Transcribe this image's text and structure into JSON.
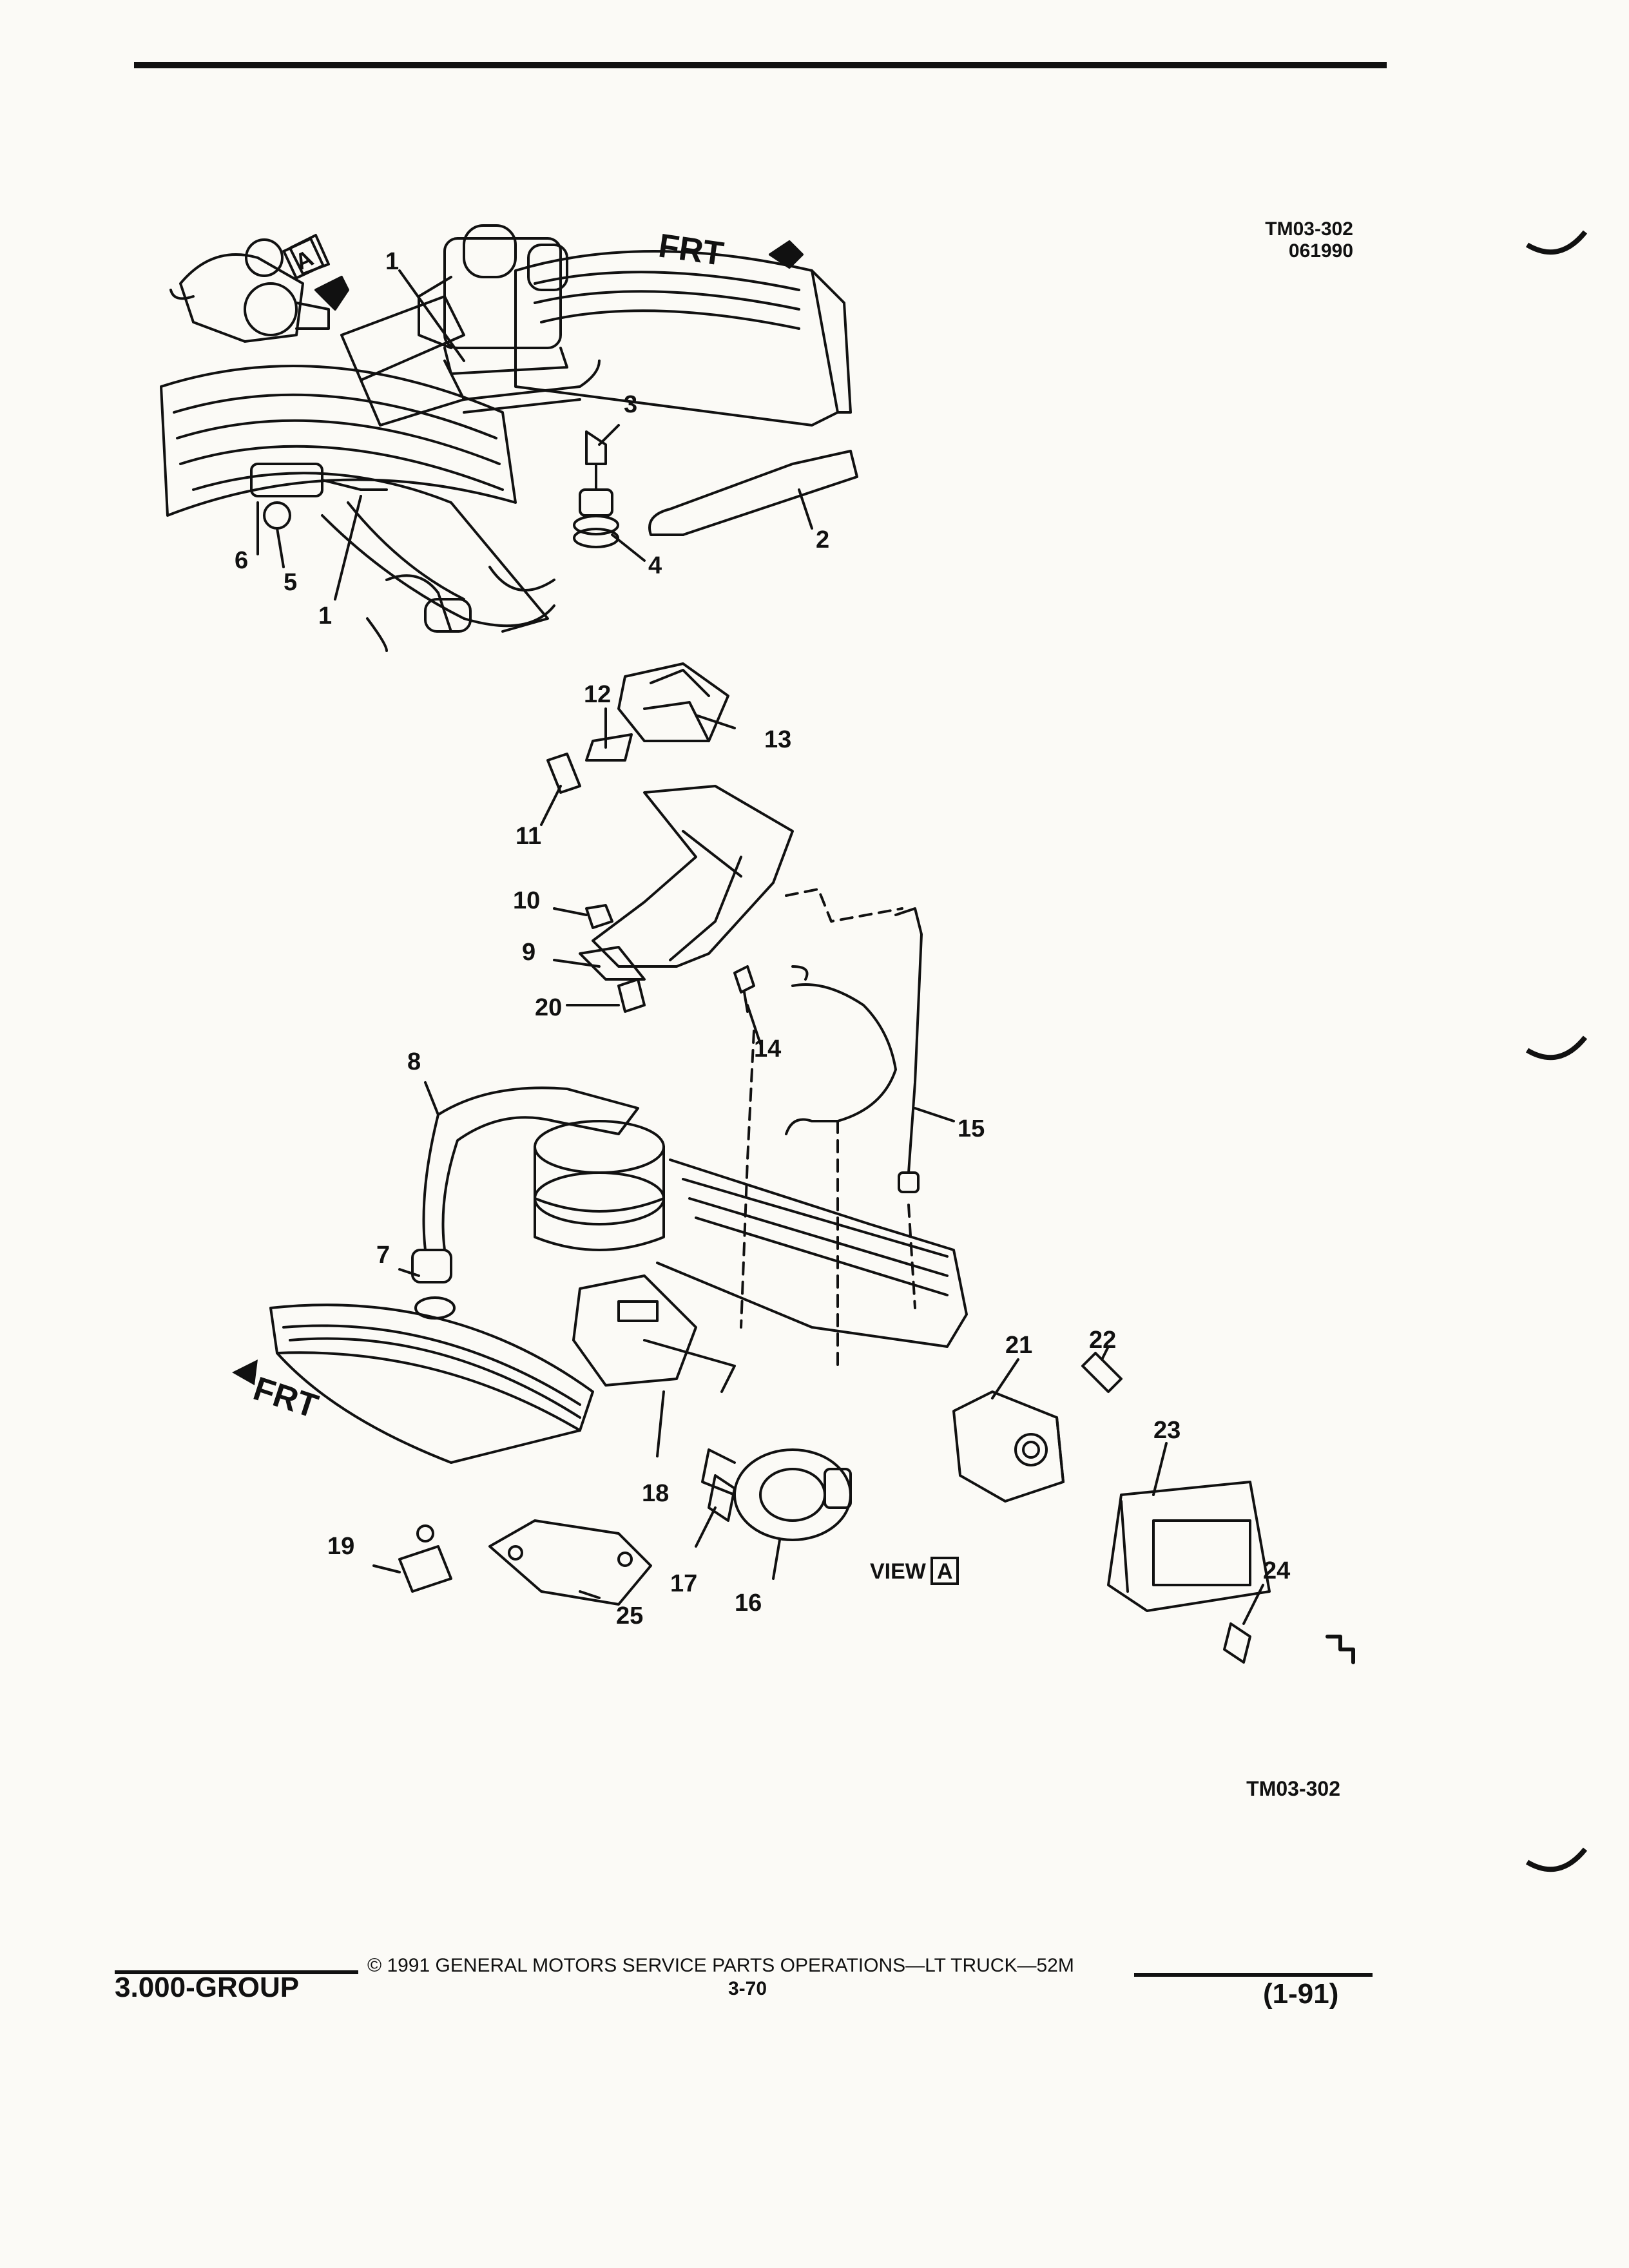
{
  "figure_ref": {
    "line1": "TM03-302",
    "line2": "061990"
  },
  "bottom_ref": "TM03-302",
  "labels": {
    "frt_top": "FRT",
    "frt_bottom": "FRT",
    "view_label": "VIEW",
    "view_letter": "A",
    "view_box_top": "A"
  },
  "callouts": [
    "1",
    "1",
    "2",
    "3",
    "4",
    "5",
    "6",
    "7",
    "8",
    "9",
    "10",
    "11",
    "12",
    "13",
    "14",
    "15",
    "16",
    "17",
    "18",
    "19",
    "20",
    "21",
    "22",
    "23",
    "24",
    "25"
  ],
  "footer": {
    "group": "3.000-GROUP",
    "copyright": "© 1991 GENERAL MOTORS SERVICE PARTS OPERATIONS—LT TRUCK—52M",
    "page": "3-70",
    "date": "(1-91)"
  }
}
